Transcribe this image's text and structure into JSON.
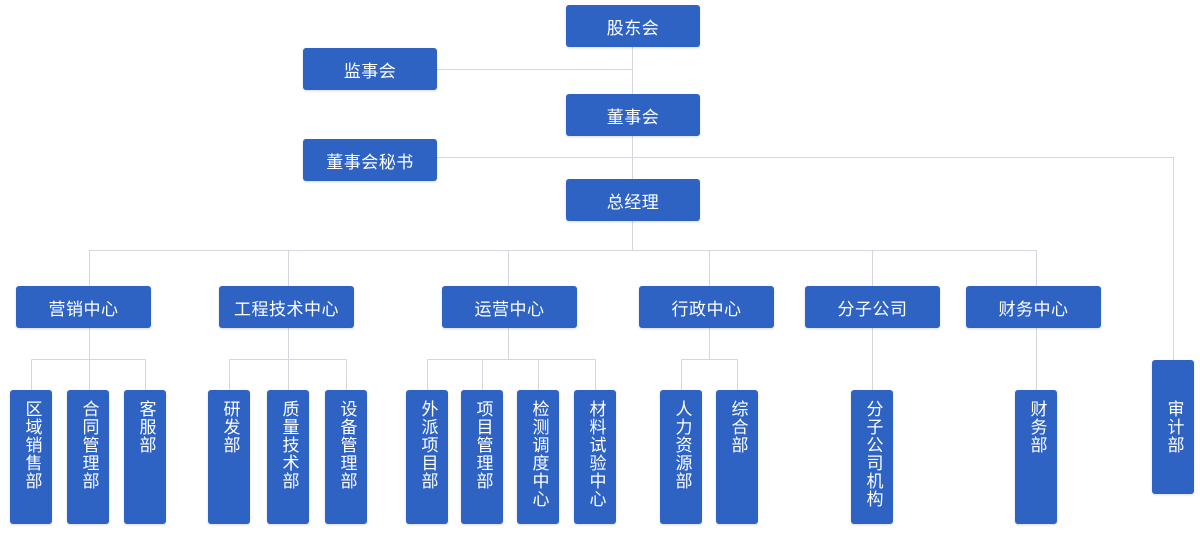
{
  "top": {
    "shareholders": "股东会",
    "supervisors": "监事会",
    "board": "董事会",
    "board_secretary": "董事会秘书",
    "general_manager": "总经理",
    "audit": "审计部"
  },
  "centers": [
    {
      "name": "营销中心",
      "departments": [
        "区域销售部",
        "合同管理部",
        "客服部"
      ]
    },
    {
      "name": "工程技术中心",
      "departments": [
        "研发部",
        "质量技术部",
        "设备管理部"
      ]
    },
    {
      "name": "运营中心",
      "departments": [
        "外派项目部",
        "项目管理部",
        "检测调度中心",
        "材料试验中心"
      ]
    },
    {
      "name": "行政中心",
      "departments": [
        "人力资源部",
        "综合部"
      ]
    },
    {
      "name": "分子公司",
      "departments": [
        "分子公司机构"
      ]
    },
    {
      "name": "财务中心",
      "departments": [
        "财务部"
      ]
    }
  ],
  "colors": {
    "box": "#2e63c4",
    "line": "#d4d8de",
    "text": "#ffffff"
  }
}
